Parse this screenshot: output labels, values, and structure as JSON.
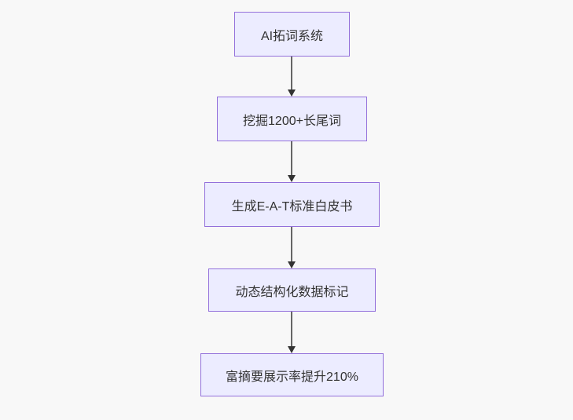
{
  "canvas": {
    "background_color": "#f8f8f8"
  },
  "diagram": {
    "type": "flowchart",
    "direction": "top-down",
    "node_style": {
      "fill_color": "#ECECFF",
      "border_color": "#9370DB",
      "text_color": "#333333"
    },
    "arrow_style": {
      "line_color": "#666666",
      "head_color": "#333333"
    },
    "nodes": [
      {
        "id": "n1",
        "label": "AI拓词系统"
      },
      {
        "id": "n2",
        "label": "挖掘1200+长尾词"
      },
      {
        "id": "n3",
        "label": "生成E-A-T标准白皮书"
      },
      {
        "id": "n4",
        "label": "动态结构化数据标记"
      },
      {
        "id": "n5",
        "label": "富摘要展示率提升210%"
      }
    ],
    "edges": [
      {
        "from": "n1",
        "to": "n2"
      },
      {
        "from": "n2",
        "to": "n3"
      },
      {
        "from": "n3",
        "to": "n4"
      },
      {
        "from": "n4",
        "to": "n5"
      }
    ]
  }
}
